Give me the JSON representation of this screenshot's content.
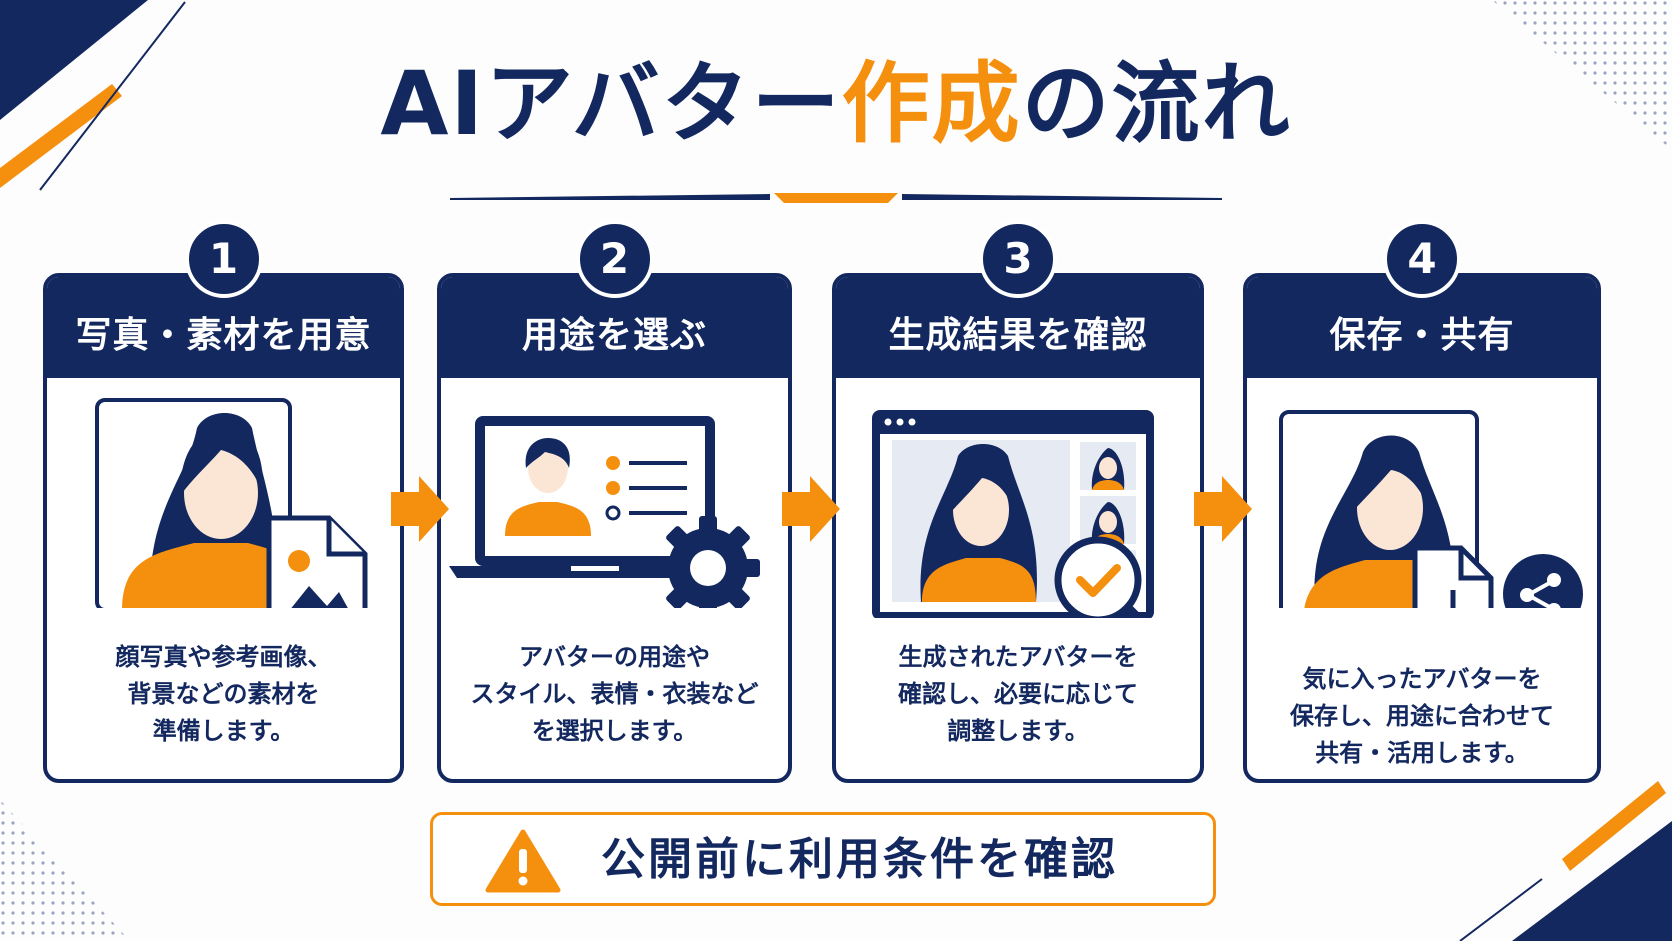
{
  "title": {
    "part1": "AIアバター",
    "part2": "作成",
    "part3": "の流れ"
  },
  "steps": [
    {
      "number": "1",
      "heading": "写真・素材を用意",
      "lines": [
        "顔写真や参考画像、",
        "背景などの素材を",
        "準備します。"
      ]
    },
    {
      "number": "2",
      "heading": "用途を選ぶ",
      "lines": [
        "アバターの用途や",
        "スタイル、表情・衣装など",
        "を選択します。"
      ]
    },
    {
      "number": "3",
      "heading": "生成結果を確認",
      "lines": [
        "生成されたアバターを",
        "確認し、必要に応じて",
        "調整します。"
      ]
    },
    {
      "number": "4",
      "heading": "保存・共有",
      "lines": [
        "気に入ったアバターを",
        "保存し、用途に合わせて",
        "共有・活用します。"
      ]
    }
  ],
  "notice": {
    "text": "公開前に利用条件を確認",
    "icon": "warning-icon"
  },
  "icons": [
    "person-portrait-icon",
    "image-file-icon",
    "laptop-icon",
    "settings-gear-icon",
    "browser-window-icon",
    "magnifier-check-icon",
    "download-file-icon",
    "share-icon",
    "arrow-right-icon"
  ],
  "colors": {
    "navy": "#13285f",
    "orange": "#f5900f",
    "skin": "#fbe6d6",
    "panel": "#e6ebf3"
  }
}
